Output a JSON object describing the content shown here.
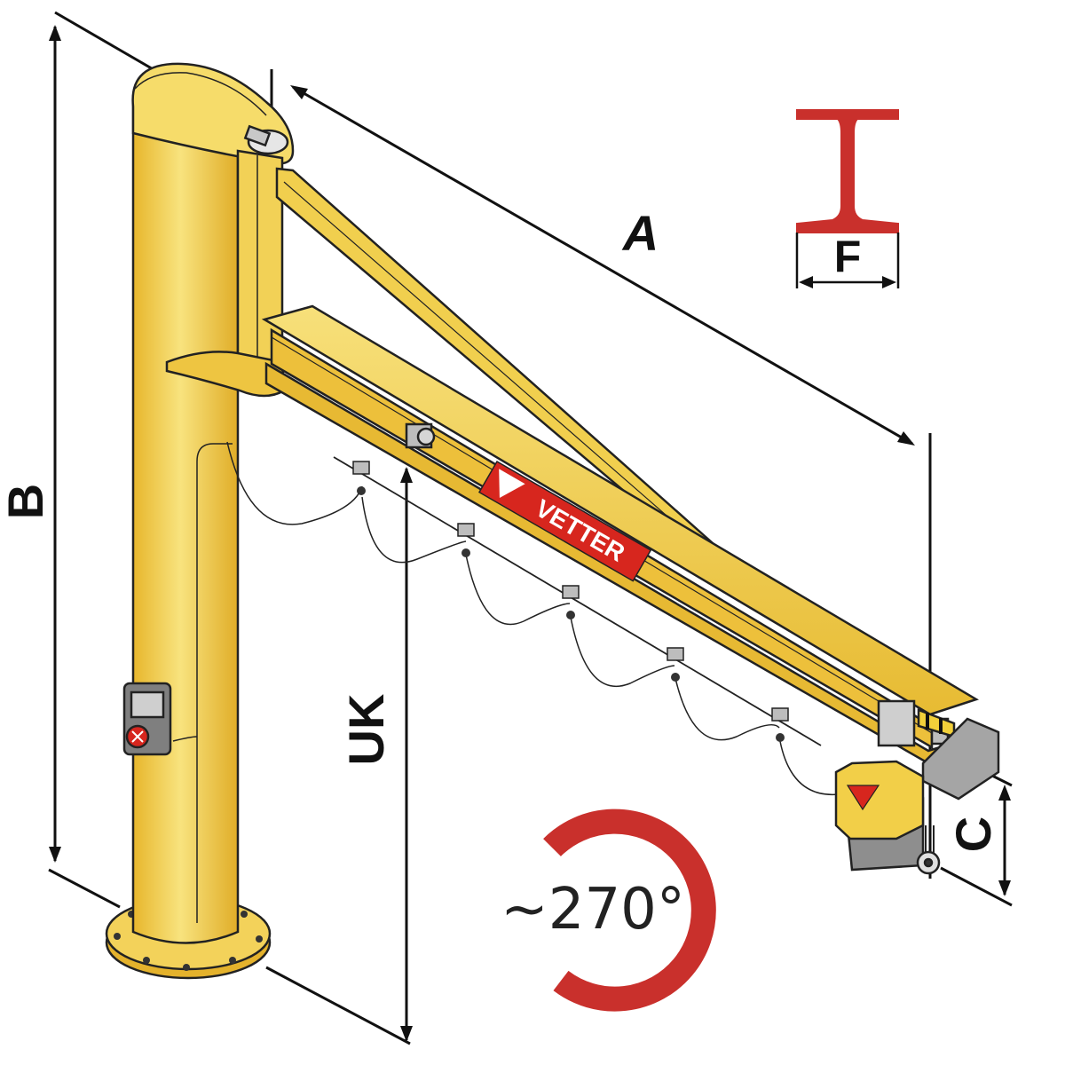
{
  "diagram": {
    "colors": {
      "crane_yellow": "#f0c93a",
      "crane_yellow_light": "#f7e27a",
      "crane_shadow": "#d8a92a",
      "outline": "#222222",
      "beam_profile_red": "#c9302c",
      "rotation_arc_red": "#c9302c",
      "logo_red": "#d7261e",
      "hoist_grey": "#9c9c9c"
    },
    "dimensions": {
      "A": "A",
      "B": "B",
      "C": "C",
      "F": "F",
      "UK": "UK"
    },
    "rotation_label": "~270°",
    "logo_text": "VETTER",
    "icons": {
      "beam_profile": "i-beam-profile-icon",
      "rotation": "rotation-arc-icon",
      "switch": "emergency-stop-icon"
    }
  }
}
